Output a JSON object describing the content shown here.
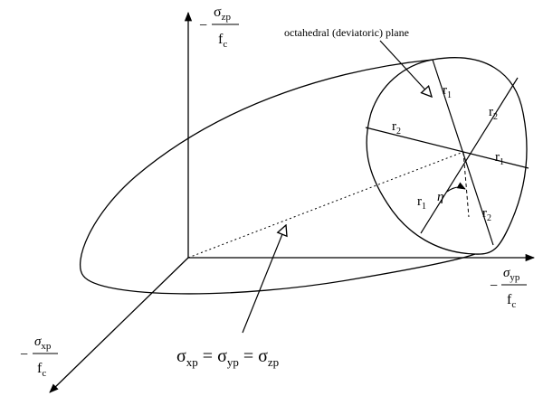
{
  "axes": {
    "z": {
      "minus": "−",
      "num": "σ",
      "num_sub": "zp",
      "den": "f",
      "den_sub": "c"
    },
    "y": {
      "minus": "−",
      "num": "σ",
      "num_sub": "yp",
      "den": "f",
      "den_sub": "c"
    },
    "x": {
      "minus": "−",
      "num": "σ",
      "num_sub": "xp",
      "den": "f",
      "den_sub": "c"
    }
  },
  "plane_label": "octahedral (deviatoric) plane",
  "radii": {
    "r1_label": "r",
    "r1_sub": "1",
    "r2_label": "r",
    "r2_sub": "2"
  },
  "angle_label": "η",
  "hydrostatic_axis": {
    "s1": "σ",
    "s1_sub": "xp",
    "eq1": " = ",
    "s2": "σ",
    "s2_sub": "yp",
    "eq2": " = ",
    "s3": "σ",
    "s3_sub": "zp"
  }
}
